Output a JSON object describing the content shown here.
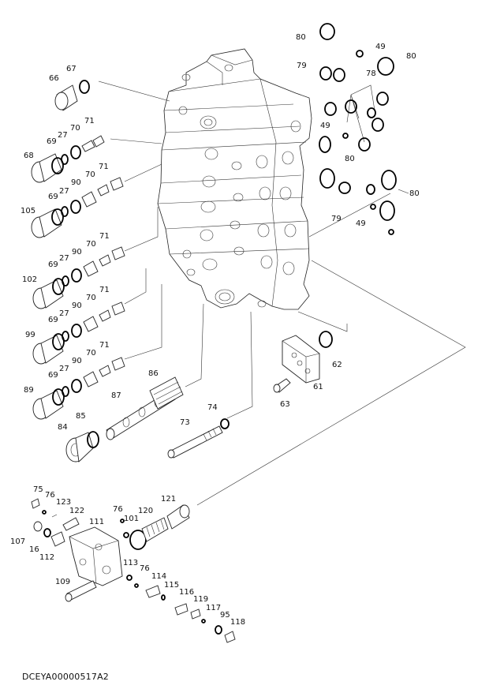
{
  "document_id": "DCEYA00000517A2",
  "labels": {
    "l80a": "80",
    "l49a": "49",
    "l80b": "80",
    "l79a": "79",
    "l78": "78",
    "l49b": "49",
    "l80c": "80",
    "l80d": "80",
    "l79b": "79",
    "l49c": "49",
    "l67": "67",
    "l66": "66",
    "l71a": "71",
    "l70a": "70",
    "l27a": "27",
    "l69a": "69",
    "l68": "68",
    "l70b": "70",
    "l71b": "71",
    "l90a": "90",
    "l27b": "27",
    "l69b": "69",
    "l105": "105",
    "l70c": "70",
    "l71c": "71",
    "l90b": "90",
    "l27c": "27",
    "l69c": "69",
    "l102": "102",
    "l70d": "70",
    "l71d": "71",
    "l90c": "90",
    "l27d": "27",
    "l69d": "69",
    "l99": "99",
    "l70e": "70",
    "l71e": "71",
    "l90d": "90",
    "l27e": "27",
    "l69e": "69",
    "l89": "89",
    "l86": "86",
    "l87": "87",
    "l85": "85",
    "l84": "84",
    "l74": "74",
    "l73": "73",
    "l62": "62",
    "l61": "61",
    "l63": "63",
    "l75": "75",
    "l76a": "76",
    "l123": "123",
    "l122": "122",
    "l111": "111",
    "l76b": "76",
    "l101": "101",
    "l120": "120",
    "l121": "121",
    "l107": "107",
    "l16": "16",
    "l112": "112",
    "l113": "113",
    "l76c": "76",
    "l114": "114",
    "l109": "109",
    "l115": "115",
    "l116": "116",
    "l119": "119",
    "l117": "117",
    "l95": "95",
    "l118": "118"
  }
}
